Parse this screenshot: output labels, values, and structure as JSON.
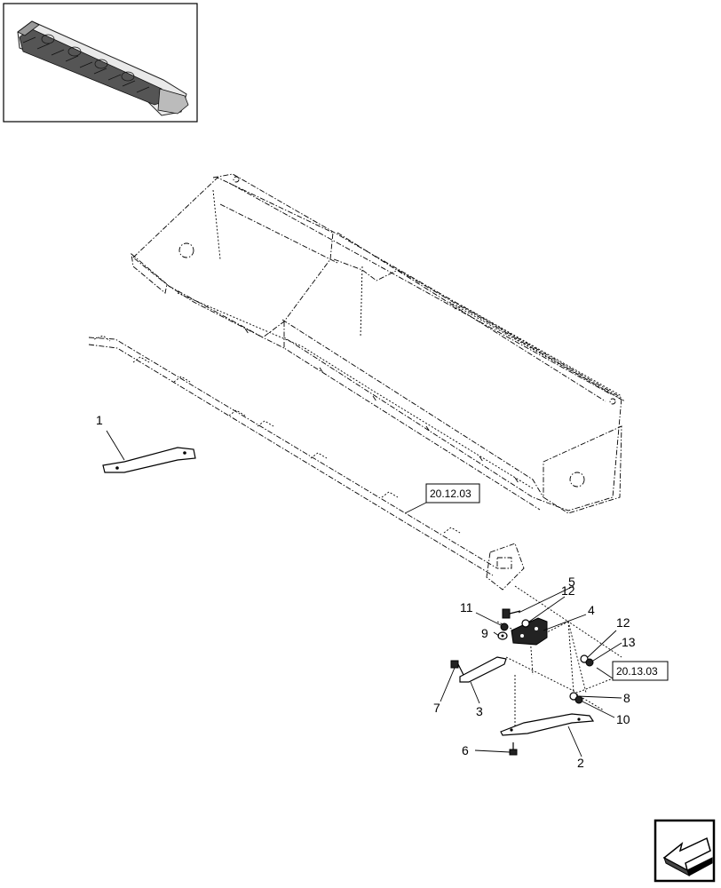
{
  "callouts": [
    {
      "id": "c1",
      "text": "1"
    },
    {
      "id": "c2",
      "text": "2"
    },
    {
      "id": "c3",
      "text": "3"
    },
    {
      "id": "c4",
      "text": "4"
    },
    {
      "id": "c5",
      "text": "5"
    },
    {
      "id": "c6",
      "text": "6"
    },
    {
      "id": "c7",
      "text": "7"
    },
    {
      "id": "c8",
      "text": "8"
    },
    {
      "id": "c9",
      "text": "9"
    },
    {
      "id": "c10",
      "text": "10"
    },
    {
      "id": "c11",
      "text": "11"
    },
    {
      "id": "c12a",
      "text": "12"
    },
    {
      "id": "c12b",
      "text": "12"
    },
    {
      "id": "c13",
      "text": "13"
    }
  ],
  "references": [
    {
      "id": "ref1",
      "text": "20.12.03"
    },
    {
      "id": "ref2",
      "text": "20.13.03"
    }
  ],
  "icons": {
    "thumbnail": "header-thumbnail-icon",
    "navigation": "previous-page-arrow-icon"
  }
}
